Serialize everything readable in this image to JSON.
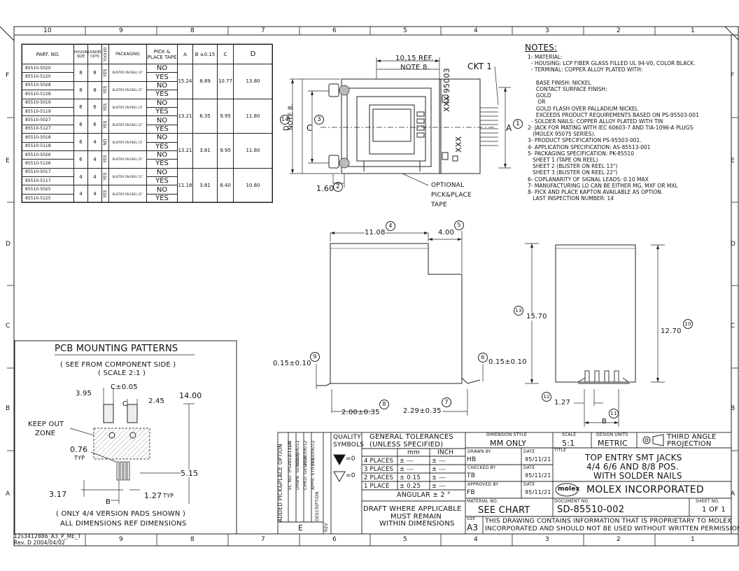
{
  "border": {
    "top_zones": [
      "10",
      "9",
      "8",
      "7",
      "6",
      "5",
      "4",
      "3",
      "2",
      "1"
    ],
    "bottom_zones": [
      "10",
      "9",
      "8",
      "7",
      "6",
      "5",
      "4",
      "3",
      "2",
      "1"
    ],
    "side_zones": [
      "F",
      "E",
      "D",
      "C",
      "B",
      "A"
    ]
  },
  "parts_table": {
    "headers": [
      "PART. NO.",
      "HOUSING SIZE",
      "LOADED CKTS",
      "TOOLED",
      "PACKAGING",
      "PICK & PLACE TAPE",
      "A",
      "B ±0.15",
      "C",
      "D"
    ],
    "rows": [
      {
        "pn": "85510-5020",
        "size": "8",
        "ckts": "8",
        "tooled": "YES",
        "pkg": "BLISTER ON REEL 13\"",
        "tape": "NO",
        "A": "15.24",
        "B": "8.89",
        "C": "10.77",
        "D": "13.80"
      },
      {
        "pn": "85510-5120",
        "tape": "YES"
      },
      {
        "pn": "85510-5028",
        "size": "8",
        "ckts": "8",
        "tooled": "YES",
        "pkg": "BLISTER ON REEL 22\"",
        "tape": "NO"
      },
      {
        "pn": "85510-5128",
        "tape": "YES"
      },
      {
        "pn": "85510-5019",
        "size": "6",
        "ckts": "6",
        "tooled": "YES",
        "pkg": "BLISTER ON REEL 13\"",
        "tape": "NO",
        "A": "13.21",
        "B": "6.35",
        "C": "9.95",
        "D": "11.80"
      },
      {
        "pn": "85510-5119",
        "tape": "YES"
      },
      {
        "pn": "85510-5027",
        "size": "6",
        "ckts": "6",
        "tooled": "YES",
        "pkg": "BLISTER ON REEL 22\"",
        "tape": "NO"
      },
      {
        "pn": "85510-5127",
        "tape": "YES"
      },
      {
        "pn": "85510-5018",
        "size": "6",
        "ckts": "4",
        "tooled": "NO",
        "pkg": "BLISTER ON REEL 13\"",
        "tape": "NO",
        "A": "13.21",
        "B": "3.81",
        "C": "9.95",
        "D": "11.80"
      },
      {
        "pn": "85510-5118",
        "tape": "YES"
      },
      {
        "pn": "85510-5026",
        "size": "6",
        "ckts": "4",
        "tooled": "YES",
        "pkg": "BLISTER ON REEL 22\"",
        "tape": "NO"
      },
      {
        "pn": "85510-5126",
        "tape": "YES"
      },
      {
        "pn": "85510-5017",
        "size": "4",
        "ckts": "4",
        "tooled": "YES",
        "pkg": "BLISTER ON REEL 13\"",
        "tape": "NO",
        "A": "11.18",
        "B": "3.81",
        "C": "8.40",
        "D": "10.80"
      },
      {
        "pn": "85510-5117",
        "tape": "YES"
      },
      {
        "pn": "85510-5025",
        "size": "4",
        "ckts": "4",
        "tooled": "YES",
        "pkg": "BLISTER ON REEL 22\"",
        "tape": "NO"
      },
      {
        "pn": "85510-5125",
        "tape": "YES"
      }
    ]
  },
  "top_view": {
    "ref_dim": "10.15 REF.",
    "note8": "NOTE 8.",
    "ckt1": "CKT 1",
    "marking": "XXX 95003",
    "marking2": "XXX",
    "dim_D": "D",
    "dim_C": "C",
    "dim_A": "A",
    "dim_160": "1.60",
    "bub1": "1",
    "bub2": "2",
    "bub3": "3",
    "bub14": "14",
    "optional1": "OPTIONAL",
    "optional2": "PICK&PLACE",
    "optional3": "TAPE"
  },
  "notes": {
    "title": "NOTES:",
    "lines": [
      "1- MATERIAL:",
      "  - HOUSING: LCP FIBER GLASS FILLED UL 94-V0, COLOR BLACK.",
      "  - TERMINAL: COPPER ALLOY PLATED WITH:",
      "",
      "     BASE FINISH: NICKEL",
      "     CONTACT SURFACE FINISH:",
      "     GOLD",
      "      OR",
      "     GOLD FLASH OVER PALLADIUM NICKEL",
      "     EXCEEDS PRODUCT REQUIREMENTS BASED ON PS-95503-001",
      "  - SOLDER NAILS: COPPER ALLOY PLATED WITH TIN",
      "2- JACK FOR MATING WITH IEC 60603-7 AND TIA-1096-A PLUGS",
      "   (MOLEX 95075 SERIES).",
      "3- PRODUCT SPECIFICATION PS-95503-001.",
      "4- APPLICATION SPECIFICATION: AS-85513-001",
      "5- PACKAGING SPECIFICATION: PK-85510",
      "   SHEET 1 (TAPE ON REEL)",
      "   SHEET 2 (BLISTER ON REEL 13\")",
      "   SHEET 3 (BLISTER ON REEL 22\")",
      "6- COPLANARITY OF SIGNAL LEADS: 0.10 MAX",
      "7- MANUFACTURING LO CAN BE EITHER MG, MXF OR MXL",
      "8- PICK AND PLACE KAPTON AVAILABLE AS OPTION.",
      "   LAST INSPECTION NUMBER: 14"
    ]
  },
  "side_view": {
    "d1108": "11.08",
    "d400": "4.00",
    "d1570": "15.70",
    "d015a": "0.15±0.10",
    "d015b": "0.15±0.10",
    "d200": "2.00±0.35",
    "d229": "2.29±0.35",
    "b4": "4",
    "b5": "5",
    "b13": "13",
    "b9": "9",
    "b6": "6",
    "b8": "8",
    "b7": "7"
  },
  "end_view": {
    "d1270": "12.70",
    "d127": "1.27",
    "B": "B",
    "b10": "10",
    "b12": "12",
    "b11": "11"
  },
  "pcb": {
    "title": "PCB MOUNTING PATTERNS",
    "sub1": "( SEE FROM COMPONENT SIDE )",
    "sub2": "( SCALE 2:1 )",
    "c005": "C±0.05",
    "c": "C",
    "d395": "3.95",
    "d245": "2.45",
    "d1400": "14.00",
    "keepout1": "KEEP OUT",
    "keepout2": "ZONE",
    "d076": "0.76",
    "typ": "TYP",
    "d515": "5.15",
    "d317": "3.17",
    "d127": "1.27",
    "typ2": "TYP",
    "B": "B",
    "foot1": "( ONLY 4/4 VERSION PADS SHOWN )",
    "foot2": "ALL DIMENSIONS REF DIMENSIONS"
  },
  "rev_block": {
    "r1": "ADDED PICK&PLACE OPTION",
    "r2": "EC NO: IPS2013-1714",
    "r3": "DRWN: SERVBES",
    "r4": "CHKD: GESHEA",
    "r5": "APPR: STIFFEN",
    "d1": "2012/11/23",
    "d2": "2013/06/12",
    "d3": "2013/06/12",
    "d4": "2013/06/12",
    "desc": "DESCRIPTION",
    "rev": "REV",
    "e": "E"
  },
  "title_block": {
    "quality1": "QUALITY",
    "quality2": "SYMBOLS",
    "q1": "=0",
    "q2": "=0",
    "gen1": "GENERAL TOLERANCES",
    "gen2": "(UNLESS SPECIFIED)",
    "mm": "mm",
    "inch": "INCH",
    "p4": "4 PLACES",
    "p3": "3 PLACES",
    "p2": "2 PLACES",
    "p1": "1 PLACE",
    "t4": "±  ---",
    "t3": "±  ---",
    "t2": "± 0.15",
    "t1": "± 0.25",
    "i4": "±  ---",
    "i3": "±  ---",
    "i2": "±  ---",
    "i1": "±  ---",
    "angular": "ANGULAR ± 2 °",
    "draft1": "DRAFT WHERE APPLICABLE",
    "draft2": "MUST REMAIN",
    "draft3": "WITHIN DIMENSIONS",
    "dim_style_lbl": "DIMENSION STYLE",
    "dim_style": "MM ONLY",
    "drawn_lbl": "DRAWN BY",
    "drawn": "HB",
    "checked_lbl": "CHECKED BY",
    "checked": "TB",
    "approved_lbl": "APPROVED BY",
    "approved": "FB",
    "date_lbl": "DATE",
    "date1": "95/11/21",
    "date2": "95/11/21",
    "date3": "95/11/21",
    "material_lbl": "MATERIAL NO.",
    "material": "SEE CHART",
    "size_lbl": "SIZE",
    "size": "A3",
    "scale_lbl": "SCALE",
    "scale": "5:1",
    "units_lbl": "DESIGN UNITS",
    "units": "METRIC",
    "projection1": "THIRD ANGLE",
    "projection2": "PROJECTION",
    "title_lbl": "TITLE",
    "title1": "TOP ENTRY SMT JACKS",
    "title2": "4/4 6/6 AND 8/8 POS.",
    "title3": "WITH SOLDER NAILS",
    "company_logo": "molex",
    "company": "MOLEX INCORPORATED",
    "doc_lbl": "DOCUMENT NO.",
    "doc": "SD-85510-002",
    "sheet_lbl": "SHEET NO.",
    "sheet": "1 OF 1",
    "prop1": "THIS DRAWING CONTAINS INFORMATION THAT IS PROPRIETARY TO MOLEX",
    "prop2": "INCORPORATED AND SHOULD NOT BE USED WITHOUT WRITTEN PERMISSION"
  },
  "file_info": {
    "f1": "12s3412886_A3_P_ME_T",
    "f2": "Rev. D 2004/04/02"
  }
}
